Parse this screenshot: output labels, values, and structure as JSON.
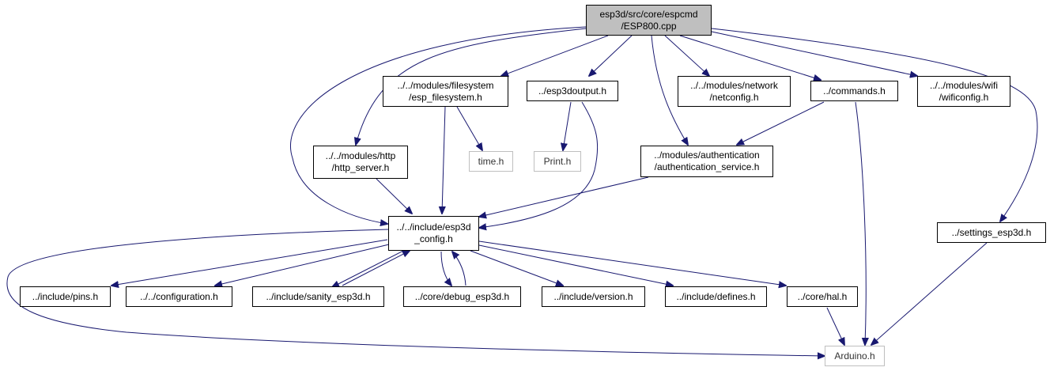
{
  "graph": {
    "edge_color": "#191970",
    "root": {
      "line1": "esp3d/src/core/espcmd",
      "line2": "/ESP800.cpp"
    },
    "files": {
      "filesystem": {
        "line1": "../../modules/filesystem",
        "line2": "/esp_filesystem.h"
      },
      "esp3doutput": {
        "line1": "../esp3doutput.h"
      },
      "netconfig": {
        "line1": "../../modules/network",
        "line2": "/netconfig.h"
      },
      "commands": {
        "line1": "../commands.h"
      },
      "wificonfig": {
        "line1": "../../modules/wifi",
        "line2": "/wificonfig.h"
      },
      "http_server": {
        "line1": "../../modules/http",
        "line2": "/http_server.h"
      },
      "time": {
        "line1": "time.h"
      },
      "print": {
        "line1": "Print.h"
      },
      "authentication": {
        "line1": "../modules/authentication",
        "line2": "/authentication_service.h"
      },
      "esp3d_config": {
        "line1": "../../include/esp3d",
        "line2": "_config.h"
      },
      "settings": {
        "line1": "../settings_esp3d.h"
      },
      "pins": {
        "line1": "../include/pins.h"
      },
      "configuration": {
        "line1": "../../configuration.h"
      },
      "sanity": {
        "line1": "../include/sanity_esp3d.h"
      },
      "debug": {
        "line1": "../core/debug_esp3d.h"
      },
      "version": {
        "line1": "../include/version.h"
      },
      "defines": {
        "line1": "../include/defines.h"
      },
      "hal": {
        "line1": "../core/hal.h"
      },
      "arduino": {
        "line1": "Arduino.h"
      }
    }
  }
}
